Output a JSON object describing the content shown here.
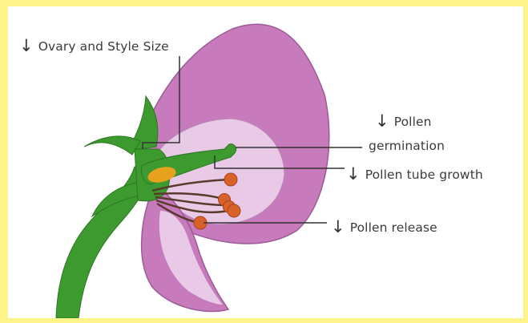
{
  "labels": {
    "ovary_style": "Ovary and Style Size",
    "pollen_germination_line1": "Pollen",
    "pollen_germination_line2": "germination",
    "pollen_tube": "Pollen tube growth",
    "pollen_release": "Pollen release"
  },
  "indicator_arrow": "↓",
  "colors": {
    "background": "#fdf58c",
    "petal_outer": "#c77bbd",
    "petal_inner": "#e8c9e6",
    "stem": "#3d9a2f",
    "ovary": "#e6a21e",
    "anther": "#d9622b",
    "filament": "#5a3a2b",
    "leader_line": "#333333"
  }
}
